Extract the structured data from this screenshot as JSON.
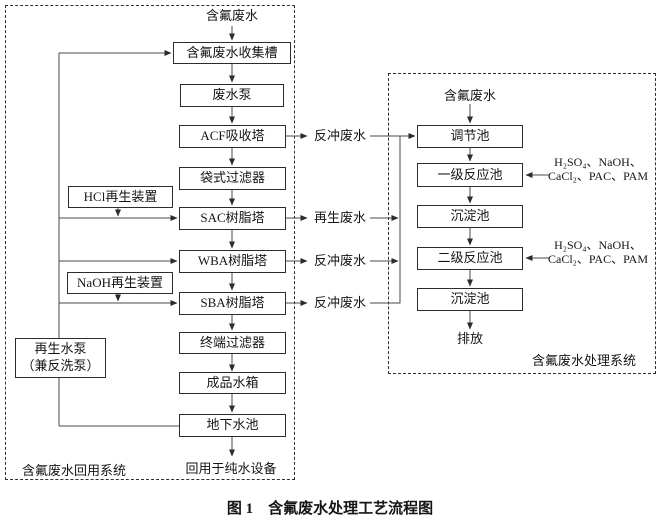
{
  "figure": {
    "caption": "图 1　含氟废水处理工艺流程图"
  },
  "reuse_system": {
    "system_label": "含氟废水回用系统",
    "influent_label": "含氟废水",
    "nodes": {
      "collection_tank": "含氟废水收集槽",
      "pump": "废水泵",
      "acf_tower": "ACF吸收塔",
      "bag_filter": "袋式过滤器",
      "sac_tower": "SAC树脂塔",
      "wba_tower": "WBA树脂塔",
      "sba_tower": "SBA树脂塔",
      "terminal_filter": "终端过滤器",
      "product_tank": "成品水箱",
      "underground_pool": "地下水池"
    },
    "aux_units": {
      "hcl_regen": "HCl再生装置",
      "naoh_regen": "NaOH再生装置",
      "regen_pump_line1": "再生水泵",
      "regen_pump_line2": "（兼反洗泵）"
    },
    "reuse_output_label": "回用于纯水设备"
  },
  "waste_streams": {
    "acf_backwash": "反冲废水",
    "sac_regen": "再生废水",
    "wba_backwash": "反冲废水",
    "sba_backwash": "反冲废水"
  },
  "treatment_system": {
    "system_label": "含氟废水处理系统",
    "influent_label": "含氟废水",
    "nodes": {
      "regulating_tank": "调节池",
      "primary_reaction_tank": "一级反应池",
      "sedimentation_tank_1": "沉淀池",
      "secondary_reaction_tank": "二级反应池",
      "sedimentation_tank_2": "沉淀池",
      "discharge_label": "排放"
    },
    "chemical_dosing": {
      "line1": "H₂SO₄、NaOH、",
      "line2": "CaCl₂、PAC、PAM"
    }
  },
  "colors": {
    "line": "#3a3a3a",
    "text": "#151515",
    "background": "#ffffff"
  }
}
